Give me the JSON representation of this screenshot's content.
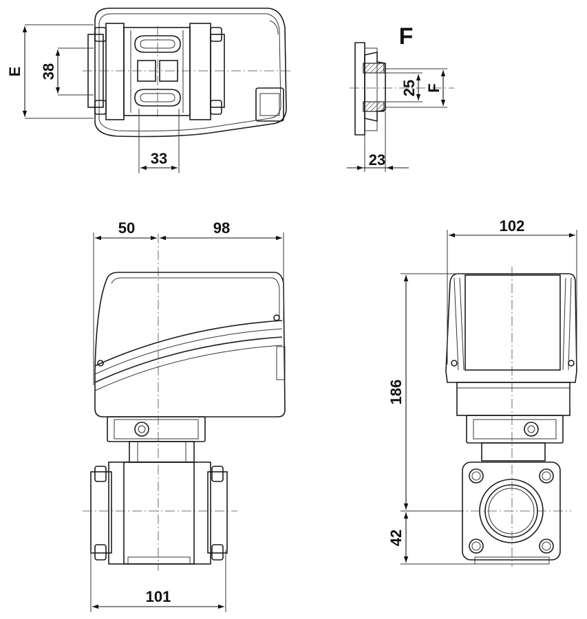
{
  "top_view": {
    "dim_outer": "E",
    "dim_inner": "38",
    "dim_width": "33"
  },
  "detail_f": {
    "title": "F",
    "dim_25": "25",
    "dim_f": "F",
    "dim_23": "23"
  },
  "front_view": {
    "dim_left": "50",
    "dim_right": "98",
    "dim_bottom": "101"
  },
  "side_view": {
    "dim_top": "102",
    "dim_height": "186",
    "dim_axis": "42"
  }
}
